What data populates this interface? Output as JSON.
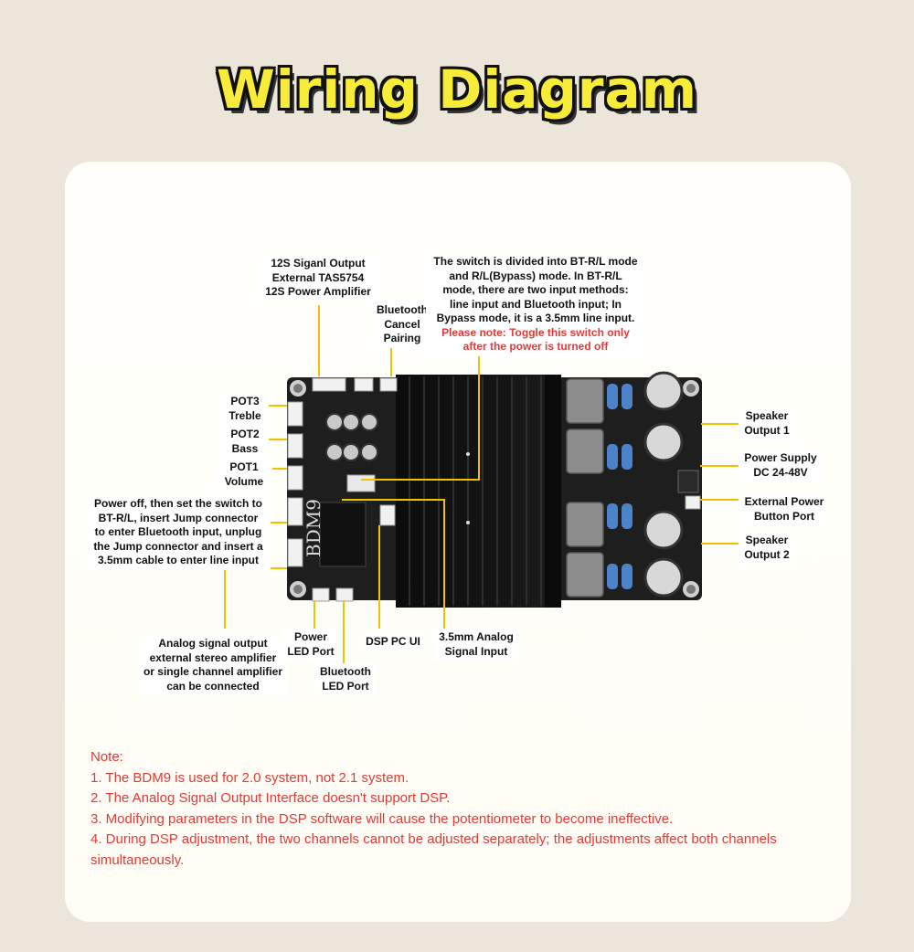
{
  "title": "Wiring Diagram",
  "board_marking": "BDM9",
  "labels": {
    "i2s": "12S Siganl Output\nExternal TAS5754\n12S Power Amplifier",
    "bt_cancel": "Bluetooth\nCancel\nPairing",
    "switch_desc": "The switch is divided into BT-R/L mode\nand R/L(Bypass) mode. In BT-R/L\nmode, there are two input methods:\nline input and Bluetooth input; In\nBypass mode, it is a 3.5mm line input.",
    "switch_note": "Please note: Toggle this switch only\nafter the power is turned off",
    "pot3": "POT3\nTreble",
    "pot2": "POT2\nBass",
    "pot1": "POT1\nVolume",
    "jump": "Power off, then set the switch to\nBT-R/L, insert Jump connector\nto enter Bluetooth input, unplug\nthe Jump connector and insert a\n3.5mm cable to enter line input",
    "speaker1": "Speaker\nOutput 1",
    "power_supply": "Power Supply\nDC 24-48V",
    "ext_power": "External Power\nButton Port",
    "speaker2": "Speaker\nOutput 2",
    "analog_out": "Analog signal output\nexternal stereo amplifier\nor single channel amplifier\ncan be connected",
    "power_led": "Power\nLED Port",
    "bt_led": "Bluetooth\nLED Port",
    "dsp": "DSP PC UI",
    "analog_in": "3.5mm Analog\nSignal Input"
  },
  "notes": {
    "heading": "Note:",
    "items": [
      "1. The BDM9 is used for 2.0 system, not 2.1 system.",
      "2. The Analog Signal Output Interface doesn't support DSP.",
      "3. Modifying parameters in the DSP software will cause the potentiometer to become ineffective.",
      "4. During DSP adjustment, the two channels cannot be adjusted separately; the adjustments affect both channels simultaneously."
    ]
  },
  "colors": {
    "background": "#ece5d9",
    "title": "#f7ec3a",
    "leader_lines": "#f2c200",
    "note_text": "#e53935",
    "pcb": "#1c1c1c",
    "heatsink": "#111111"
  }
}
